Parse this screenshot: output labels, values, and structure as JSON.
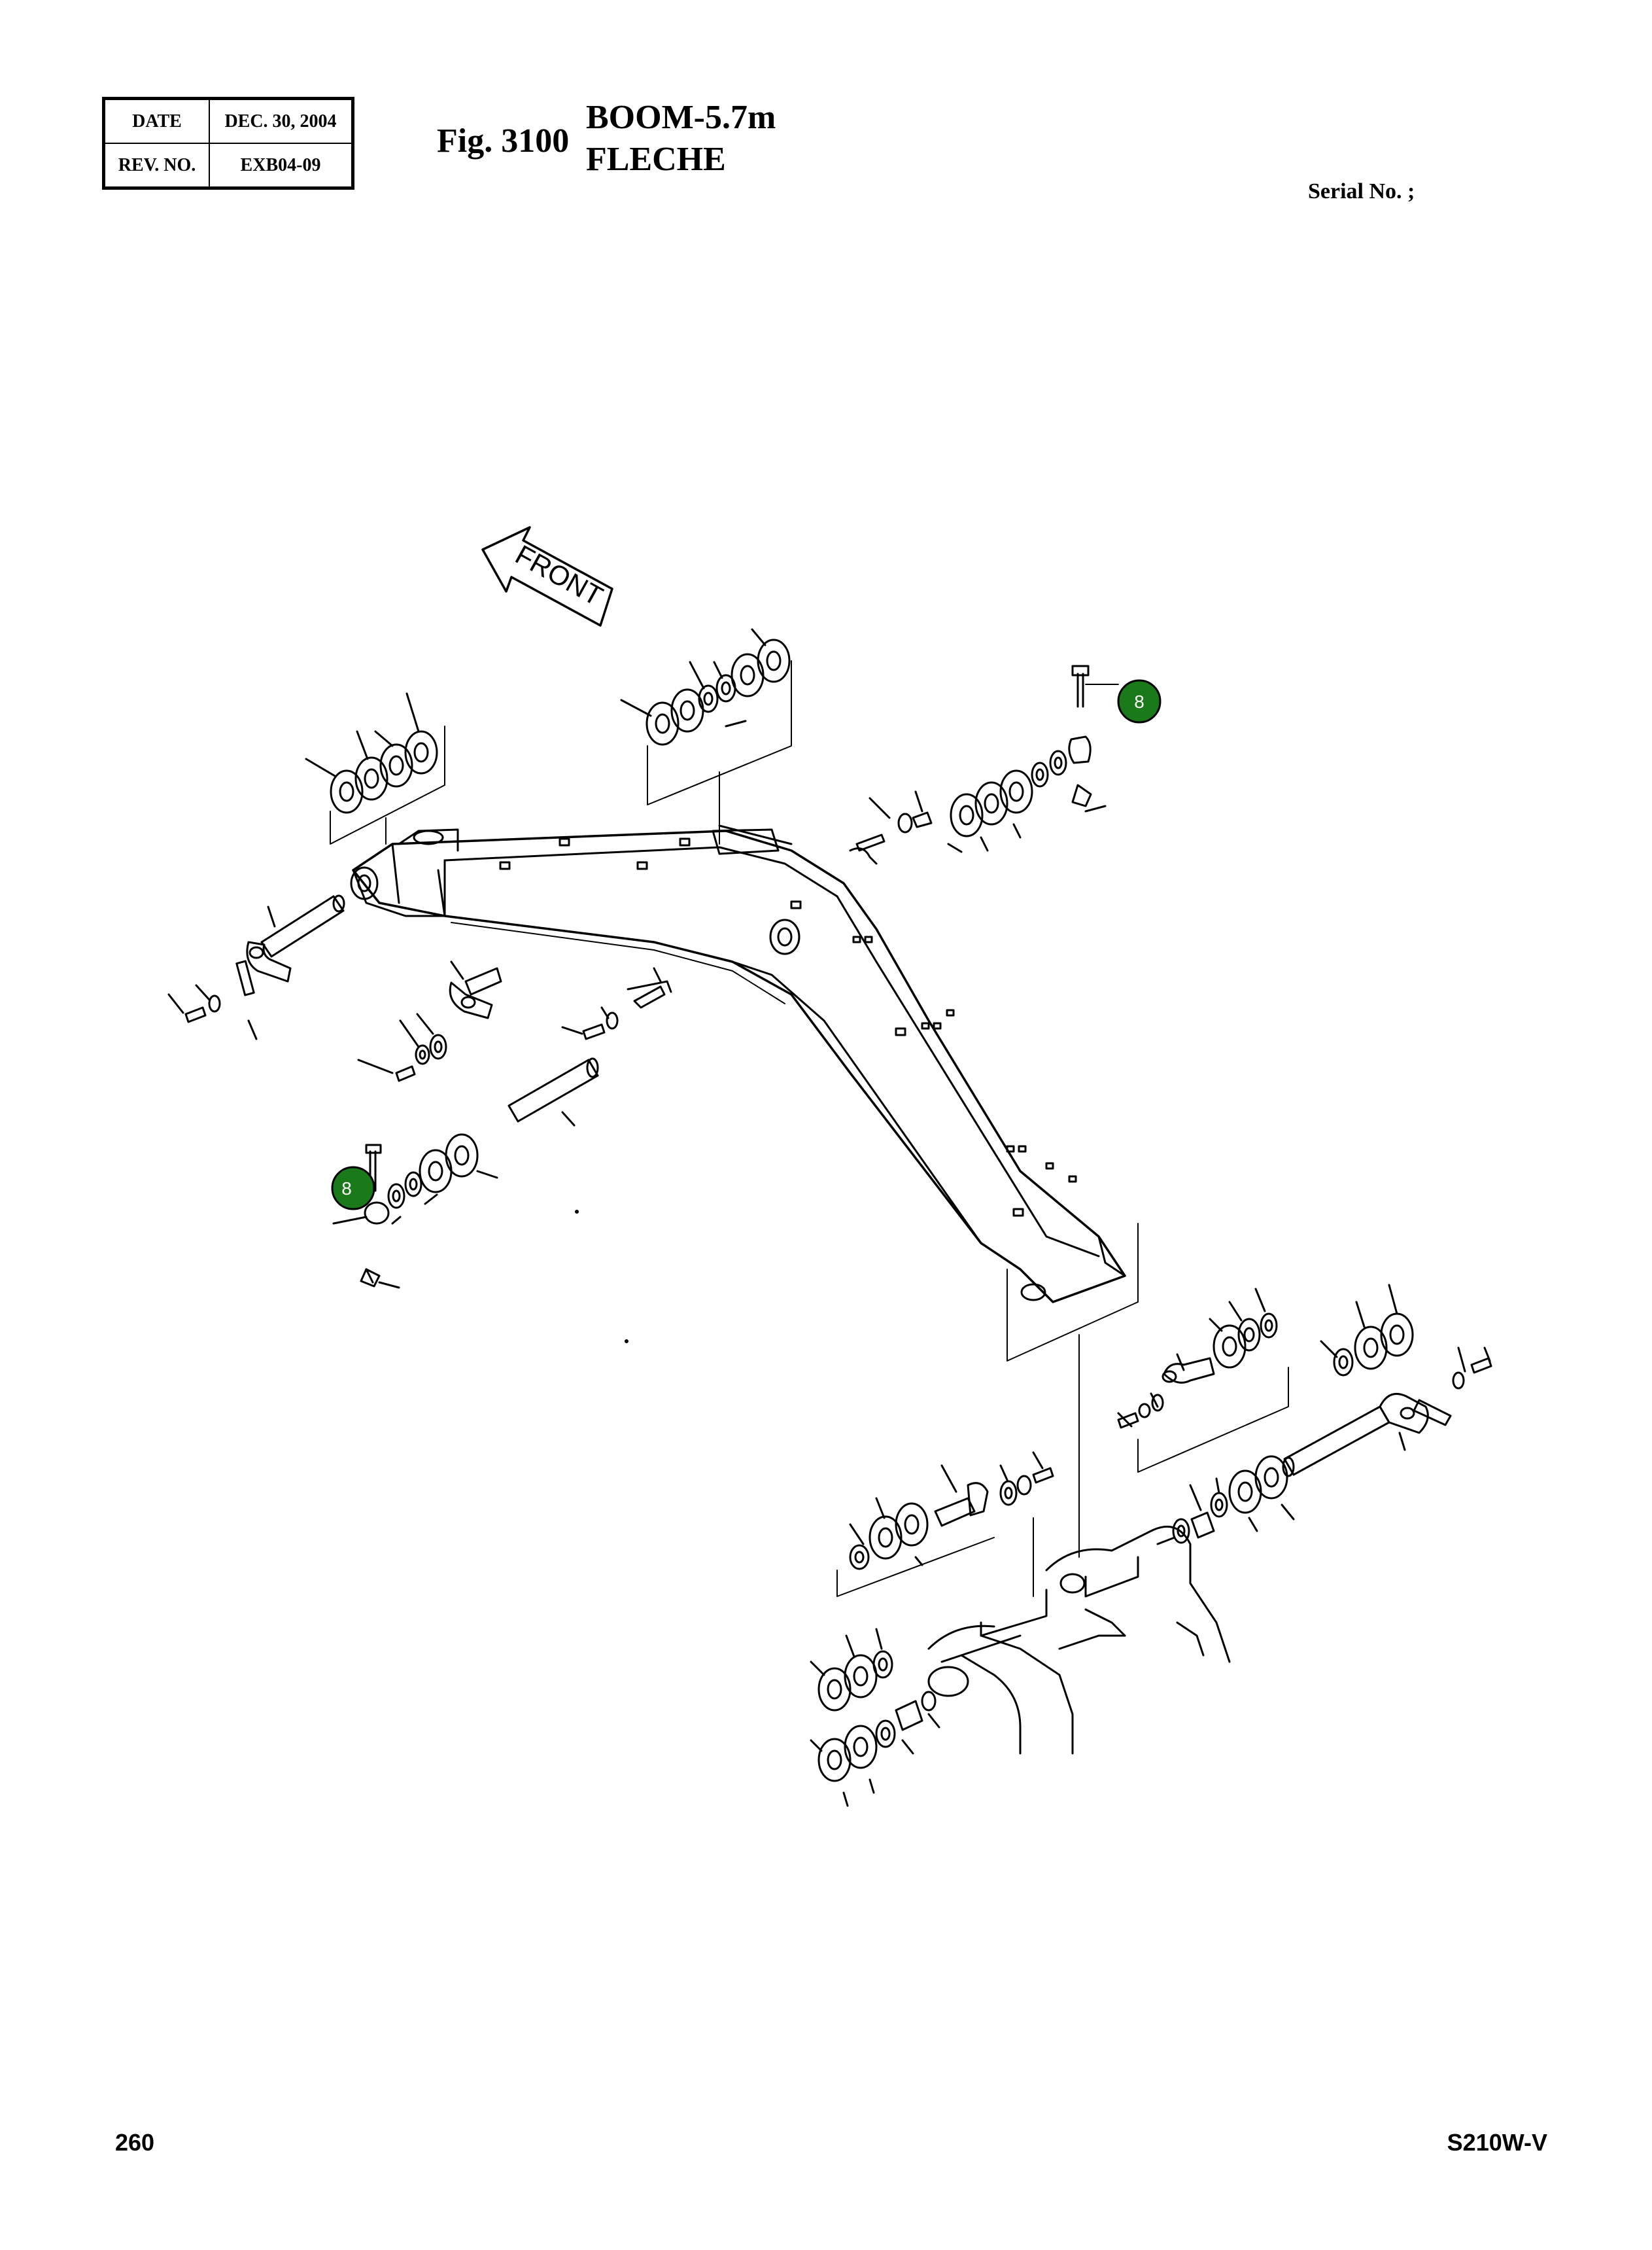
{
  "header": {
    "date_label": "DATE",
    "date_value": "DEC. 30, 2004",
    "rev_label": "REV. NO.",
    "rev_value": "EXB04-09"
  },
  "figure": {
    "fig_label": "Fig. 3100",
    "title_en": "BOOM-5.7m",
    "title_fr": "FLECHE"
  },
  "serial": "Serial No. ;",
  "direction_arrow": "FRONT",
  "callouts": [
    {
      "label": "8"
    },
    {
      "label": "8"
    }
  ],
  "callout_color": "#1a7a1a",
  "footer": {
    "page": "260",
    "model": "S210W-V"
  }
}
